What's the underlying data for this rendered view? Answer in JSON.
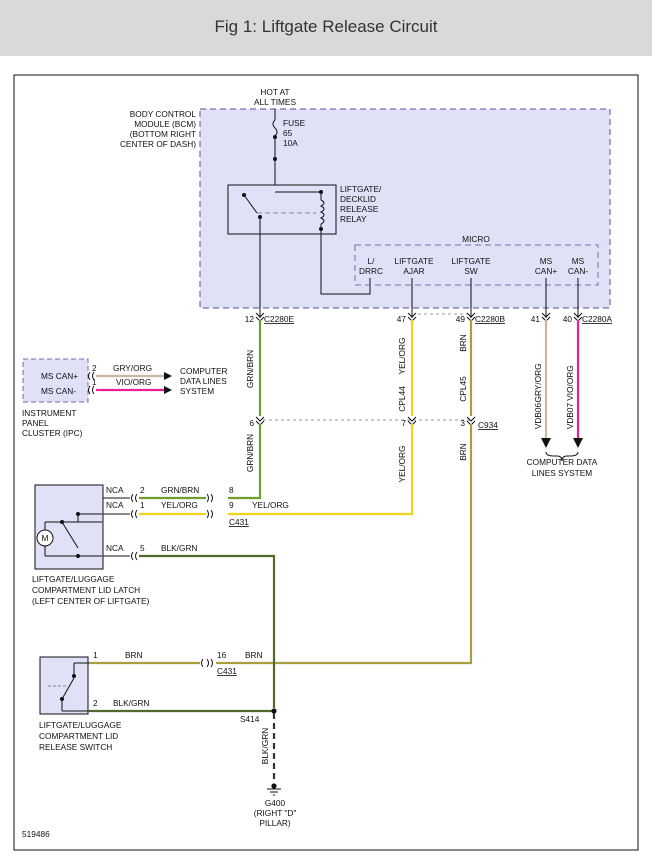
{
  "header": {
    "title": "Fig 1: Liftgate Release Circuit"
  },
  "diagram": {
    "hot": [
      "HOT AT",
      "ALL TIMES"
    ],
    "bcm": [
      "BODY CONTROL",
      "MODULE (BCM)",
      "(BOTTOM RIGHT",
      "CENTER OF DASH)"
    ],
    "fuse": [
      "FUSE",
      "65",
      "10A"
    ],
    "relay": [
      "LIFTGATE/",
      "DECKLID",
      "RELEASE",
      "RELAY"
    ],
    "micro": "MICRO",
    "pins": {
      "l_drrc": [
        "L/",
        "DRRC"
      ],
      "liftgate_ajar": [
        "LIFTGATE",
        "AJAR"
      ],
      "liftgate_sw": [
        "LIFTGATE",
        "SW"
      ],
      "ms_can_plus": [
        "MS",
        "CAN+"
      ],
      "ms_can_minus": [
        "MS",
        "CAN-"
      ]
    },
    "connectors": {
      "c2280e": "C2280E",
      "c2280b": "C2280B",
      "c2280a": "C2280A",
      "c934": "C934",
      "c431": "C431"
    },
    "pin_numbers": {
      "bcm_12": "12",
      "bcm_47": "47",
      "bcm_49": "49",
      "bcm_41": "41",
      "bcm_40": "40",
      "c934_6": "6",
      "c934_7": "7",
      "c934_3": "3",
      "ipc_2": "2",
      "ipc_1": "1",
      "latch_2": "2",
      "latch_1": "1",
      "latch_5": "5",
      "c431_8": "8",
      "c431_9": "9",
      "c431_16": "16",
      "switch_1": "1",
      "switch_2": "2"
    },
    "wires": {
      "grn_brn": "GRN/BRN",
      "yel_org": "YEL/ORG",
      "brn": "BRN",
      "gry_org": "GRY/ORG",
      "vio_org": "VIO/ORG",
      "blk_grn": "BLK/GRN"
    },
    "circuits": {
      "cpl44": "CPL44",
      "cpl45": "CPL45",
      "vdb06": "VDB06",
      "vdb07": "VDB07"
    },
    "nca": "NCA",
    "ipc": {
      "can_plus": "MS CAN+",
      "can_minus": "MS CAN-",
      "label": [
        "INSTRUMENT",
        "PANEL",
        "CLUSTER (IPC)"
      ],
      "dest": [
        "COMPUTER",
        "DATA LINES",
        "SYSTEM"
      ]
    },
    "cdls": [
      "COMPUTER DATA",
      "LINES SYSTEM"
    ],
    "latch": {
      "motor": "M",
      "label": [
        "LIFTGATE/LUGGAGE",
        "COMPARTMENT LID LATCH",
        "(LEFT CENTER OF LIFTGATE)"
      ]
    },
    "switch_label": [
      "LIFTGATE/LUGGAGE",
      "COMPARTMENT LID",
      "RELEASE SWITCH"
    ],
    "splice": "S414",
    "ground": [
      "G400",
      "(RIGHT \"D\"",
      "PILLAR)"
    ],
    "figure_number": "519486"
  },
  "colors": {
    "bcm_fill": "#e0e0f7",
    "bcm_border": "#6f6fb0",
    "header_bg": "#d9d9d9",
    "grn_brn": "#6f9e2e",
    "yel_org": "#f2d21c",
    "brn": "#a8a040",
    "gry_org": "#c8b8a0",
    "vio_org": "#e8209a",
    "blk_grn": "#4f6a2c"
  }
}
